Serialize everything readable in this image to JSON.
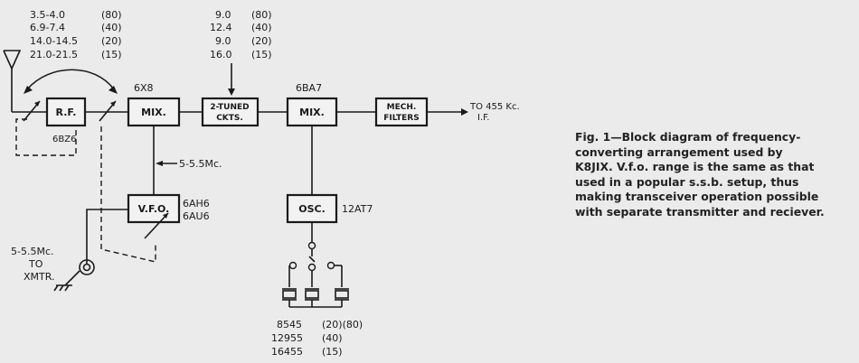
{
  "bands": {
    "left": [
      {
        "range": "3.5-4.0",
        "band": "(80)"
      },
      {
        "range": "6.9-7.4",
        "band": "(40)"
      },
      {
        "range": "14.0-14.5",
        "band": "(20)"
      },
      {
        "range": "21.0-21.5",
        "band": "(15)"
      }
    ],
    "right": [
      {
        "freq": "9.0",
        "band": "(80)"
      },
      {
        "freq": "12.4",
        "band": "(40)"
      },
      {
        "freq": "9.0",
        "band": "(20)"
      },
      {
        "freq": "16.0",
        "band": "(15)"
      }
    ]
  },
  "blocks": {
    "rf": {
      "label": "R.F.",
      "tube": "6BZ6"
    },
    "mix1": {
      "label": "MIX.",
      "tube": "6X8"
    },
    "tuned": {
      "line1": "2-TUNED",
      "line2": "CKTS."
    },
    "mix2": {
      "label": "MIX.",
      "tube": "6BA7"
    },
    "filters": {
      "line1": "MECH.",
      "line2": "FILTERS"
    },
    "vfo": {
      "label": "V.F.O.",
      "tube1": "6AH6",
      "tube2": "6AU6"
    },
    "osc": {
      "label": "OSC.",
      "tube": "12AT7"
    }
  },
  "labels": {
    "output_line1": "TO 455 Kc.",
    "output_line2": "I.F.",
    "vfo_range": "5-5.5Mc.",
    "xmtr_line1": "5-5.5Mc.",
    "xmtr_line2": "TO",
    "xmtr_line3": "XMTR."
  },
  "crystals": [
    {
      "freq": "8545",
      "band": "(20)(80)"
    },
    {
      "freq": "12955",
      "band": "(40)"
    },
    {
      "freq": "16455",
      "band": "(15)"
    }
  ],
  "caption": {
    "lines": [
      "Fig. 1—Block diagram of frequency-",
      "converting arrangement used by",
      "K8JIX. V.f.o. range is the same as that",
      "used in a popular s.s.b. setup, thus",
      "making transceiver operation possible",
      "with separate transmitter and reciever."
    ]
  }
}
